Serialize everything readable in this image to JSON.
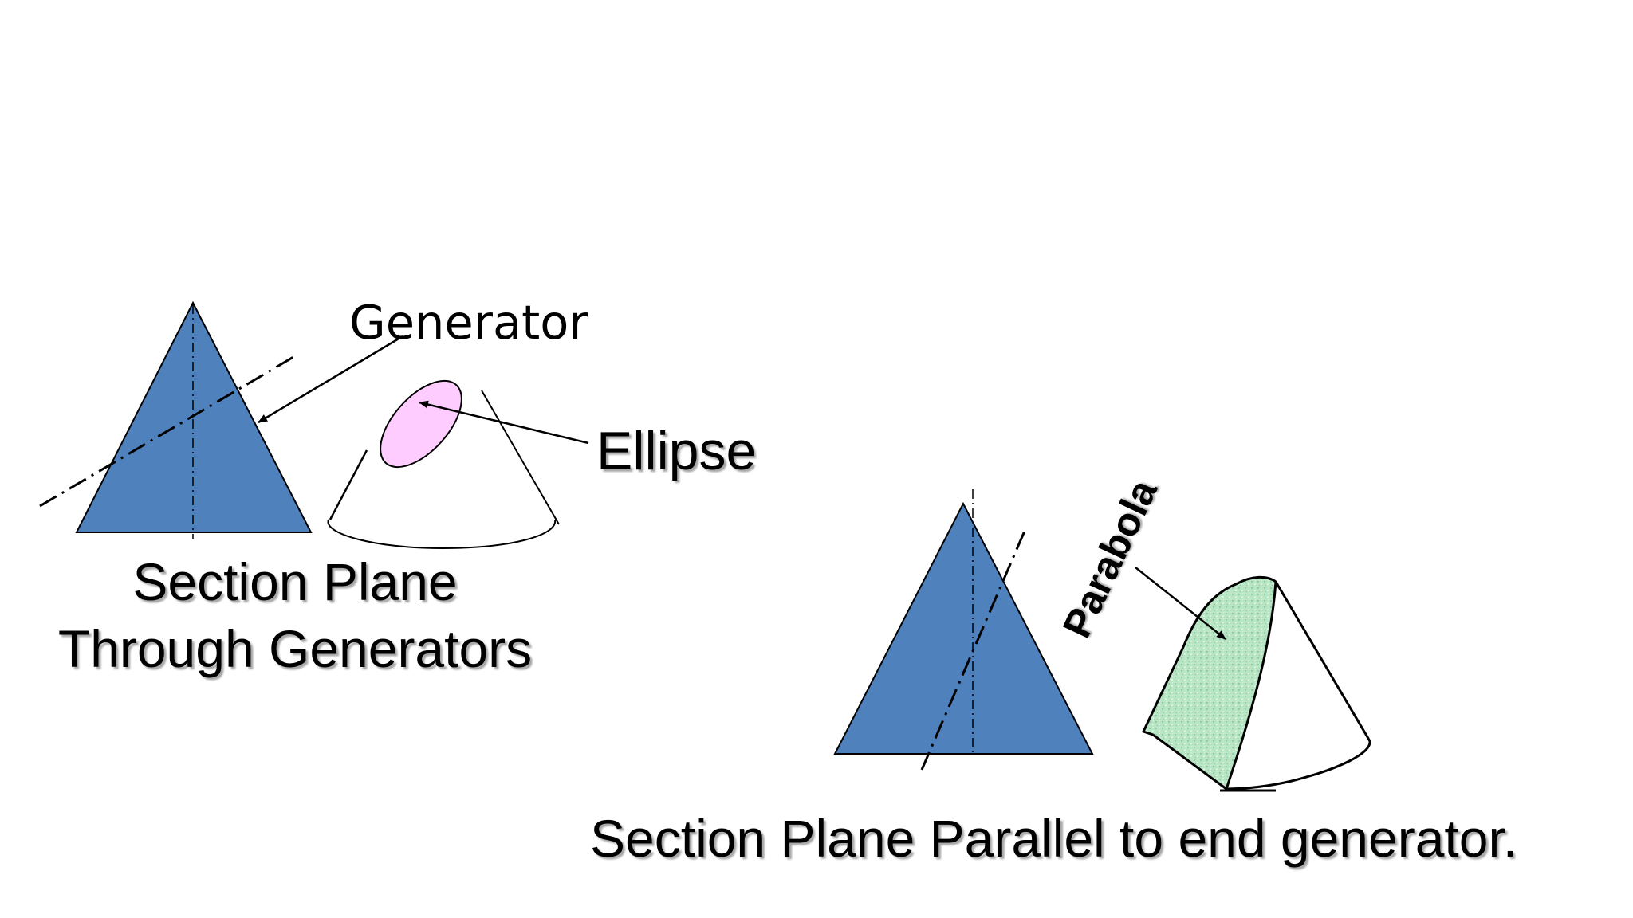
{
  "left_diagram": {
    "generator_label": "Generator",
    "ellipse_label": "Ellipse",
    "caption_line1": "Section Plane",
    "caption_line2": "Through Generators"
  },
  "right_diagram": {
    "parabola_label": "Parabola",
    "caption": "Section Plane Parallel to end generator."
  },
  "colors": {
    "cone_fill": "#4f81bd",
    "ellipse_fill": "#ffccff",
    "parabola_fill": "#b5e3c2",
    "line": "#000000"
  }
}
